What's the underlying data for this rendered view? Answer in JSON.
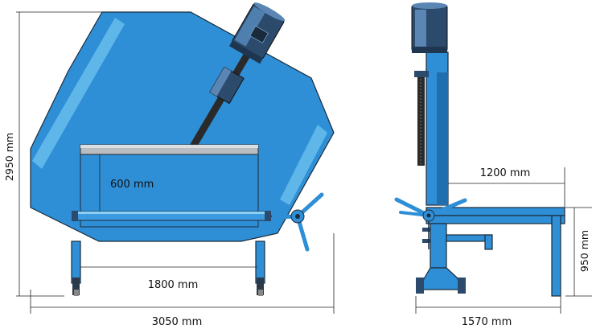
{
  "colors": {
    "machine_blue": "#2f8fd6",
    "machine_blue_dark": "#1f6fb0",
    "highlight": "#6fc3ef",
    "outline": "#1b2b3a",
    "motor_dark": "#2c4a6b",
    "shaft": "#2a2a2a",
    "bar_grey": "#b9bcc0"
  },
  "icons": {
    "motor": "motor-icon",
    "handwheel": "handwheel-icon"
  },
  "front_view": {
    "height_label": "2950 mm",
    "cut_height_label": "600 mm",
    "inner_width_label": "1800 mm",
    "overall_width_label": "3050 mm"
  },
  "side_view": {
    "reach_label": "1200 mm",
    "table_height_label": "950 mm",
    "depth_label": "1570 mm"
  }
}
